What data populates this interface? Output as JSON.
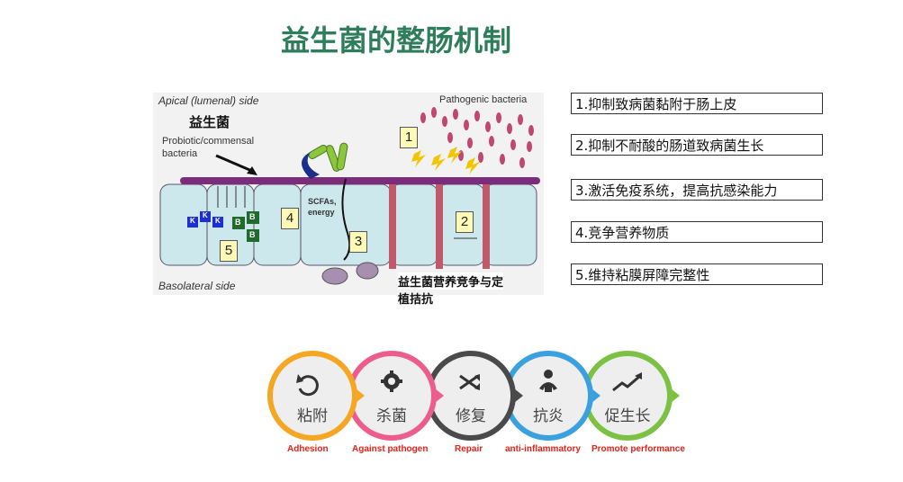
{
  "title": "益生菌的整肠机制",
  "diagram": {
    "apical_label": "Apical (lumenal) side",
    "basolateral_label": "Basolateral side",
    "pathogenic_label": "Pathogenic bacteria",
    "probiotic_cn": "益生菌",
    "probiotic_en_line1": "Probiotic/commensal",
    "probiotic_en_line2": "bacteria",
    "scfa_line1": "SCFAs,",
    "scfa_line2": "energy",
    "competition_line1": "益生菌营养竞争与定",
    "competition_line2": "植拮抗",
    "box_labels": [
      "1",
      "2",
      "3",
      "4",
      "5"
    ],
    "k_label": "K",
    "b_label": "B"
  },
  "mechanisms": [
    "1.抑制致病菌黏附于肠上皮",
    "2.抑制不耐酸的肠道致病菌生长",
    "3.激活免疫系统，提高抗感染能力",
    "4.竞争营养物质",
    "5.维持粘膜屏障完整性"
  ],
  "flow": [
    {
      "cn": "粘附",
      "en": "Adhesion",
      "color": "#f5a623",
      "icon": "refresh-icon"
    },
    {
      "cn": "杀菌",
      "en": "Against pathogen",
      "color": "#ec5d8d",
      "icon": "gear-icon"
    },
    {
      "cn": "修复",
      "en": "Repair",
      "color": "#4a4a4a",
      "icon": "shuffle-icon"
    },
    {
      "cn": "抗炎",
      "en": "anti-inflammatory",
      "color": "#3aa0e0",
      "icon": "person-icon"
    },
    {
      "cn": "促生长",
      "en": "Promote performance",
      "color": "#7cc143",
      "icon": "trend-up-icon"
    }
  ]
}
